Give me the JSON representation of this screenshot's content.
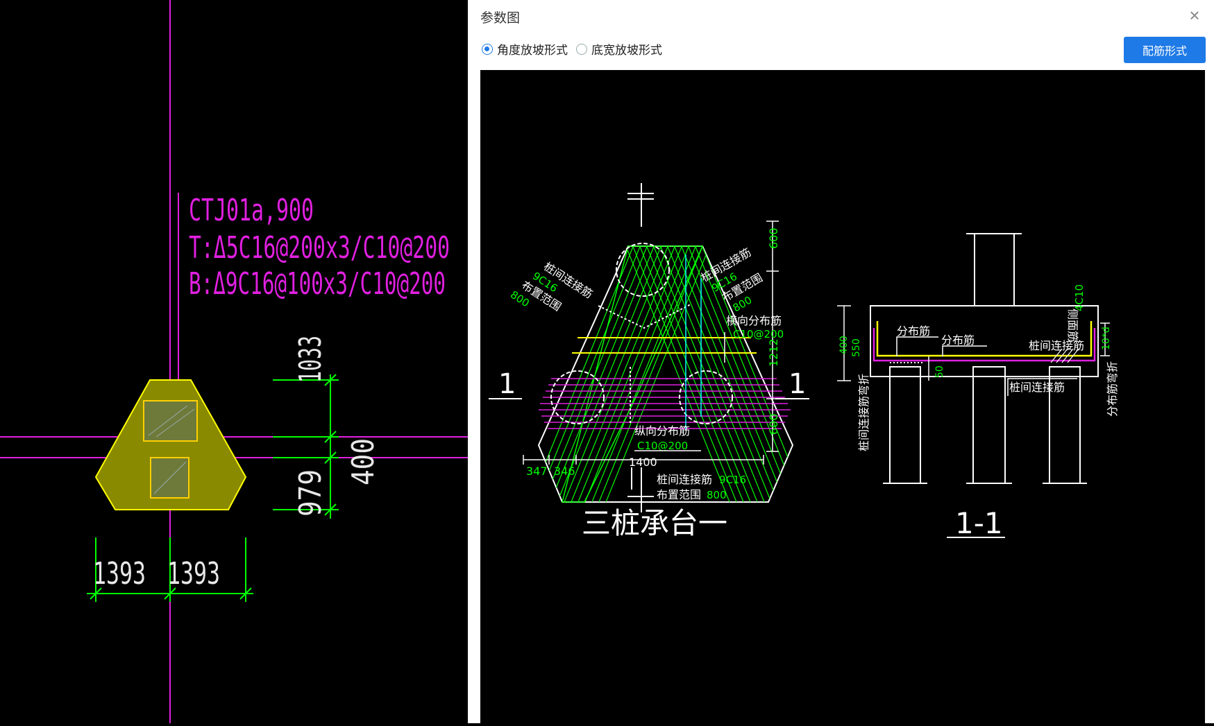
{
  "cad": {
    "label_lines": [
      "CTJ01a,900",
      "T:Δ5C16@200x3/C10@200",
      "B:Δ9C16@100x3/C10@200"
    ],
    "dim_vertical": [
      "1033",
      "400",
      "979"
    ],
    "dim_horizontal": [
      "1393",
      "1393"
    ]
  },
  "dialog": {
    "title": "参数图",
    "close_icon": "×",
    "radio_angle_label": "角度放坡形式",
    "radio_width_label": "底宽放坡形式",
    "selected": "角度放坡形式",
    "rebar_button_label": "配筋形式"
  },
  "plan": {
    "title": "三桩承台一",
    "section_mark_left": "1",
    "section_mark_right": "1",
    "tl_text1": "桩间连接筋",
    "tl_text2": "9C16",
    "tl_text3": "布置范围",
    "tl_text4": "800",
    "tr_text1": "桩间连接筋",
    "tr_text2": "9C16",
    "tr_text3": "布置范围",
    "tr_text4": "800",
    "trans_label": "横向分布筋",
    "trans_value": "C10@200",
    "long_label": "纵向分布筋",
    "long_value": "C10@200",
    "bottom_label1": "桩间连接筋",
    "bottom_value1": "9C16",
    "bottom_label2": "布置范围",
    "bottom_value2": "800",
    "dim_right": [
      "600",
      "1212",
      "600"
    ],
    "dim_bottom": [
      "347",
      "346",
      "1400"
    ]
  },
  "section": {
    "title": "1-1",
    "dist_bar_1": "分布筋",
    "dist_bar_2": "分布筋",
    "side_face": "侧面筋",
    "side_value": "4C10",
    "pile_link_1": "桩间连接筋",
    "pile_link_2": "桩间连接筋",
    "left_vertical": "桩间连接筋弯折",
    "right_vertical": "分布筋弯折",
    "dim_400": "400",
    "dim_550": "550",
    "dim_50": "50",
    "dim_10d": "10*d"
  },
  "colors": {
    "magenta": "#e020e0",
    "green": "#00ff00",
    "yellow": "#ffff00",
    "olive": "#8a8a00",
    "cyan": "#00ffff",
    "accent": "#1e7ae6"
  }
}
